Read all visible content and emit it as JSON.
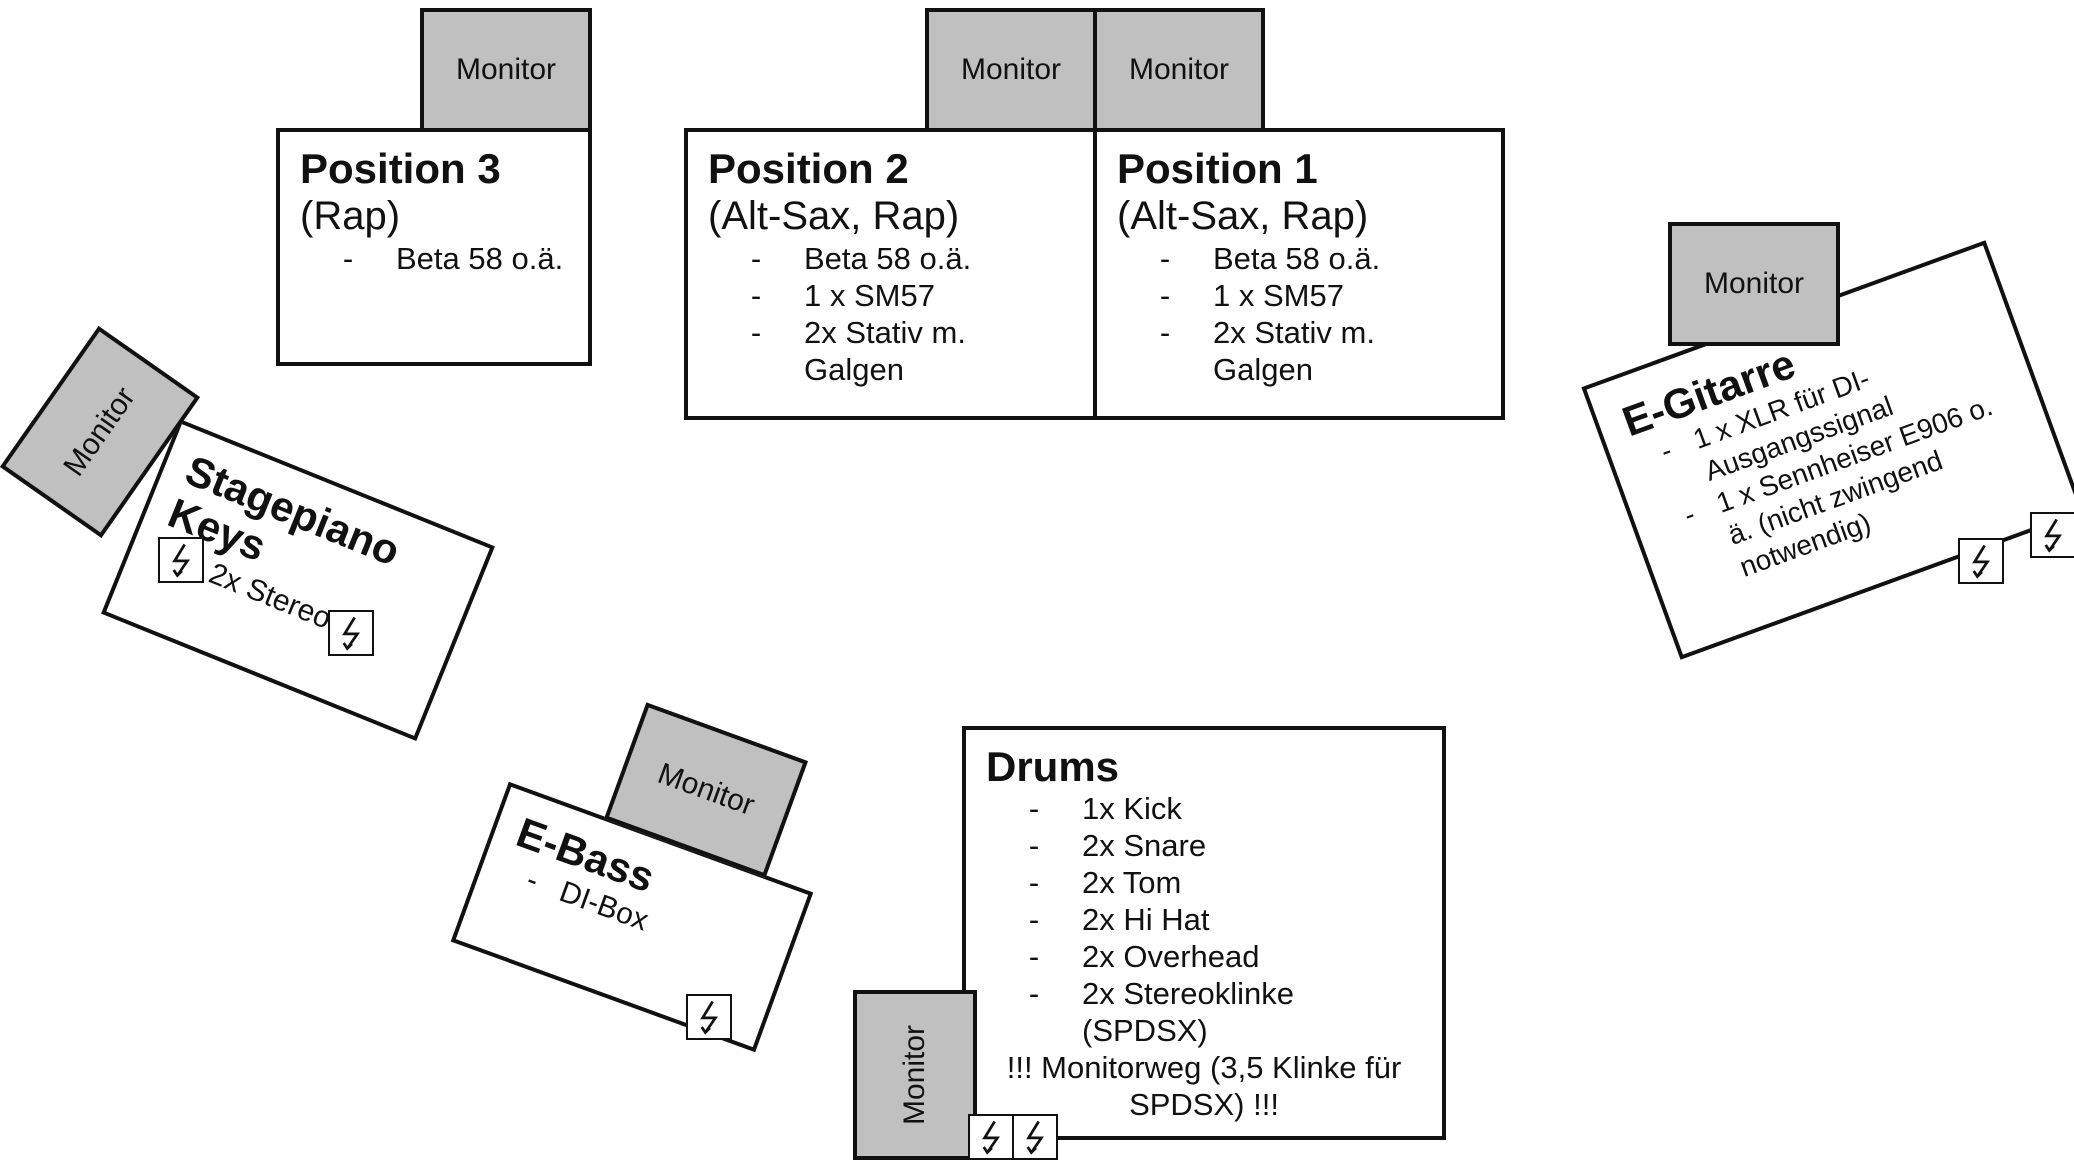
{
  "monitor_label": "Monitor",
  "dash": "-",
  "positions": [
    {
      "title": "Position 3",
      "role": "(Rap)",
      "items": [
        "Beta 58 o.ä."
      ]
    },
    {
      "title": "Position 2",
      "role": "(Alt-Sax, Rap)",
      "items": [
        "Beta 58 o.ä.",
        "1 x SM57",
        "2x Stativ m. Galgen"
      ]
    },
    {
      "title": "Position 1",
      "role": "(Alt-Sax, Rap)",
      "items": [
        "Beta 58 o.ä.",
        "1 x SM57",
        "2x Stativ m. Galgen"
      ]
    }
  ],
  "guitar": {
    "title": "E-Gitarre",
    "items": [
      "1 x XLR für DI-Ausgangssignal",
      "1 x Sennheiser E906 o. ä. (nicht zwingend notwendig)"
    ]
  },
  "keys": {
    "title_line1": "Stagepiano",
    "title_line2": "Keys",
    "items": [
      "2x Stereo-DI"
    ]
  },
  "bass": {
    "title": "E-Bass",
    "items": [
      "DI-Box"
    ]
  },
  "drums": {
    "title": "Drums",
    "items": [
      "1x Kick",
      "2x Snare",
      "2x Tom",
      "2x Hi Hat",
      "2x Overhead",
      "2x Stereoklinke (SPDSX)"
    ],
    "note": "!!! Monitorweg  (3,5 Klinke für SPDSX) !!!"
  },
  "icons": {
    "power": "power-outlet-icon"
  }
}
